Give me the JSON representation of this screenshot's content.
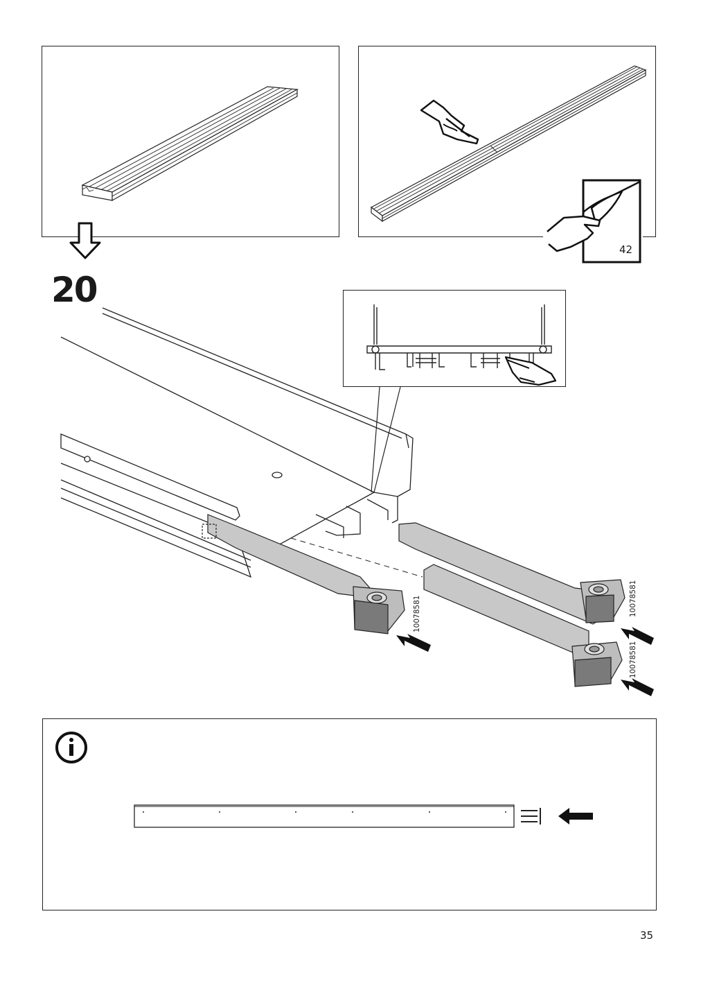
{
  "page": {
    "step_number": "20",
    "page_number": "35",
    "reference_page": "42"
  },
  "part_labels": {
    "front_left": "10078581",
    "back_right_upper": "10078581",
    "back_right_lower": "10078581"
  },
  "icons": {
    "info": "info-icon",
    "next_step_arrow": "down-arrow-icon",
    "turn_page": "turn-page-icon",
    "pointing_hand": "pointing-hand-icon",
    "push_arrow": "push-arrow-icon"
  },
  "colors": {
    "line": "#222222",
    "part_fill": "#c8c8c8",
    "part_dark": "#7a7a7a",
    "background": "#ffffff"
  }
}
